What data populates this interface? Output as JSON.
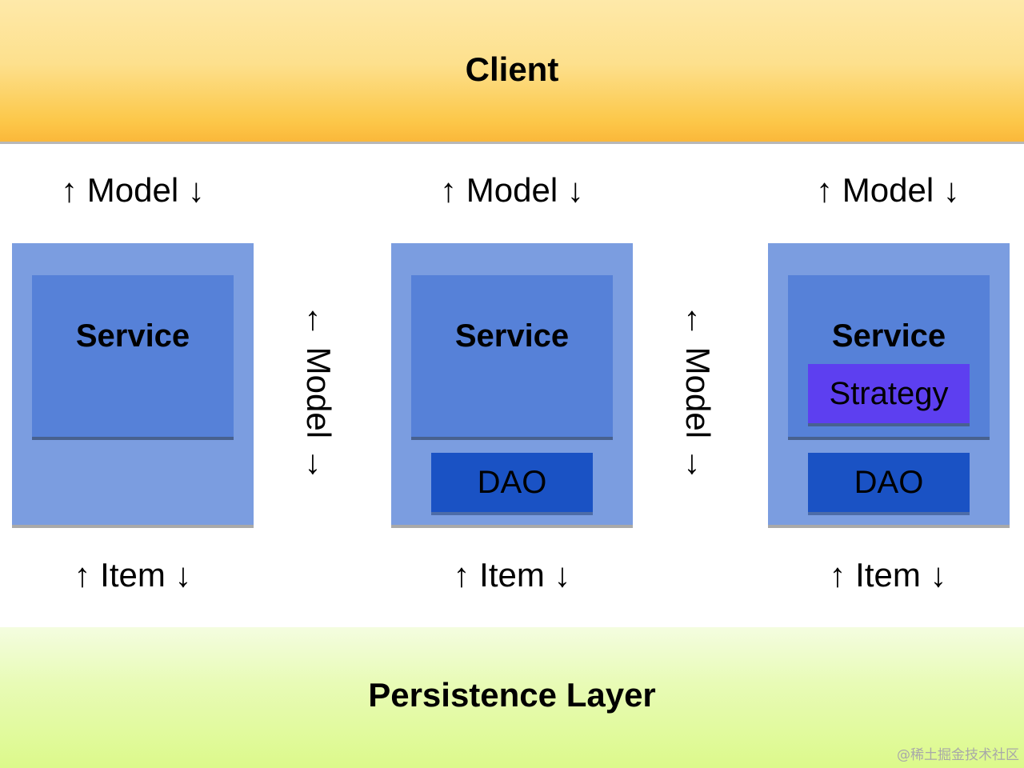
{
  "client": {
    "label": "Client"
  },
  "persistence": {
    "label": "Persistence Layer"
  },
  "columns": [
    {
      "top_connector": "↑ Model ↓",
      "service_label": "Service",
      "bottom_connector": "↑ Item ↓"
    },
    {
      "top_connector": "↑ Model ↓",
      "service_label": "Service",
      "dao_label": "DAO",
      "bottom_connector": "↑ Item ↓"
    },
    {
      "top_connector": "↑ Model ↓",
      "service_label": "Service",
      "strategy_label": "Strategy",
      "dao_label": "DAO",
      "bottom_connector": "↑ Item ↓"
    }
  ],
  "between_connectors": [
    {
      "label": "← Model →"
    },
    {
      "label": "← Model →"
    }
  ],
  "watermark": "@稀土掘金技术社区",
  "colors": {
    "client_band": "#fcc84a",
    "persistence_band": "#dcf98b",
    "outer_box": "#7b9de0",
    "service_box": "#5681d8",
    "dao_box": "#1a52c4",
    "strategy_box": "#5d3ff0"
  }
}
